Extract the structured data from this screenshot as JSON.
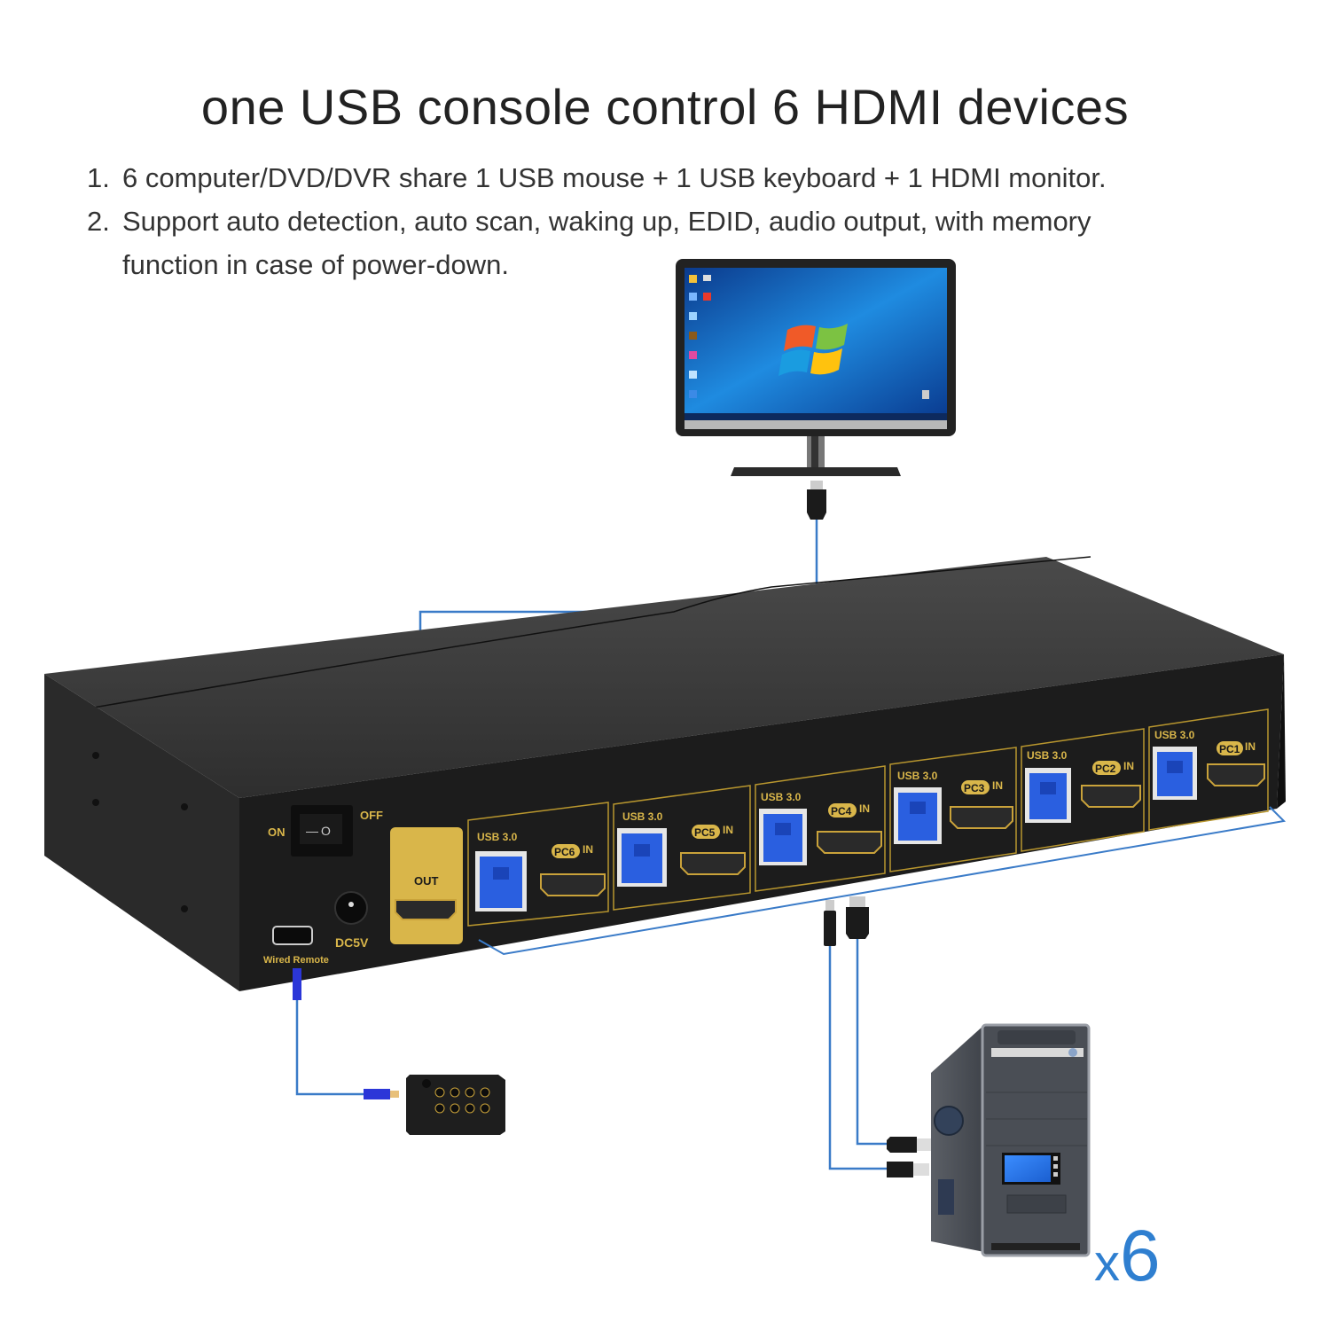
{
  "header": {
    "title": "one USB console control 6 HDMI devices"
  },
  "features": [
    {
      "num": "1.",
      "text": "6 computer/DVD/DVR share 1 USB mouse + 1 USB keyboard + 1 HDMI monitor."
    },
    {
      "num": "2.",
      "text": "Support auto detection, auto scan, waking up, EDID, audio output, with memory",
      "continuation": "function in case of power-down."
    }
  ],
  "device": {
    "power_on_label": "ON",
    "power_off_label": "OFF",
    "switch_symbols": {
      "on": "—",
      "off": "O"
    },
    "dc_label": "DC5V",
    "remote_port_label": "Wired Remote",
    "output_label": "OUT",
    "ports": [
      {
        "usb_label": "USB 3.0",
        "pc_label": "PC6",
        "in_label": "IN"
      },
      {
        "usb_label": "USB 3.0",
        "pc_label": "PC5",
        "in_label": "IN"
      },
      {
        "usb_label": "USB 3.0",
        "pc_label": "PC4",
        "in_label": "IN"
      },
      {
        "usb_label": "USB 3.0",
        "pc_label": "PC3",
        "in_label": "IN"
      },
      {
        "usb_label": "USB 3.0",
        "pc_label": "PC2",
        "in_label": "IN"
      },
      {
        "usb_label": "USB 3.0",
        "pc_label": "PC1",
        "in_label": "IN"
      }
    ]
  },
  "computer": {
    "multiplier_prefix": "x",
    "multiplier_value": "6"
  },
  "colors": {
    "cable_blue": "#3a7bc8",
    "gold": "#d9b64a",
    "device_black": "#1c1c1c",
    "usb_blue": "#2a5fe0",
    "multiplier_blue": "#2f7fd0"
  }
}
